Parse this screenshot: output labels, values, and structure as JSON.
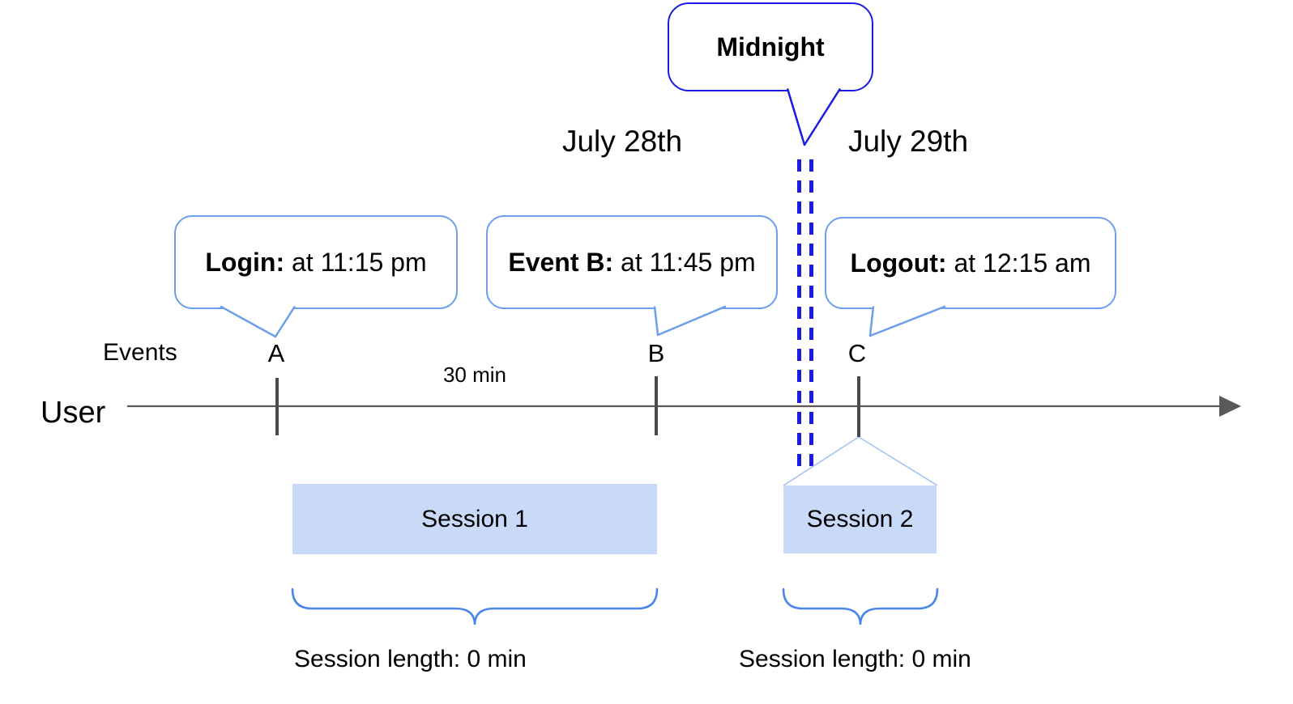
{
  "colors": {
    "dark-blue": "#1b1be4",
    "light-blue": "#6d9eeb",
    "brace-blue": "#4a86e8",
    "cone-blue": "#a4c2f4",
    "session-fill": "#c9daf8",
    "line-gray": "#595959",
    "tick-gray": "#4a4a4a",
    "text-black": "#000000"
  },
  "midnight": {
    "label": "Midnight"
  },
  "dates": {
    "left": "July 28th",
    "right": "July 29th"
  },
  "axis": {
    "events_label": "Events",
    "user_label": "User"
  },
  "interval": {
    "label": "30 min"
  },
  "events": [
    {
      "label": "A",
      "callout_title": "Login:",
      "callout_detail": " at 11:15 pm"
    },
    {
      "label": "B",
      "callout_title": "Event B:",
      "callout_detail": " at 11:45 pm"
    },
    {
      "label": "C",
      "callout_title": "Logout:",
      "callout_detail": " at 12:15 am"
    }
  ],
  "sessions": [
    {
      "name": "Session 1",
      "length": "Session length: 0 min"
    },
    {
      "name": "Session 2",
      "length": "Session length: 0 min"
    }
  ]
}
